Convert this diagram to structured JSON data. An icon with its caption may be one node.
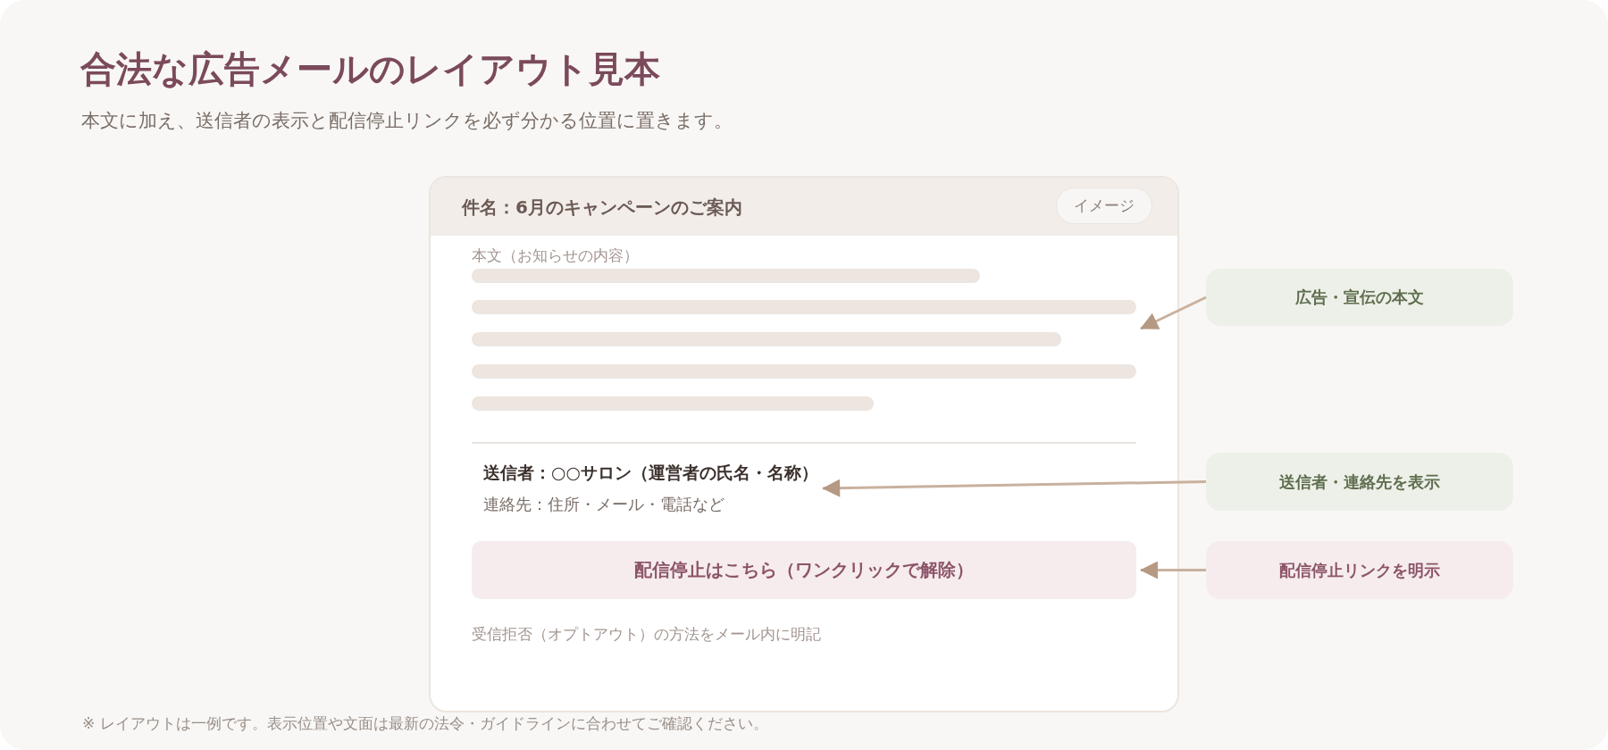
{
  "diagram": {
    "title": "合法な広告メールのレイアウト見本",
    "nodes": [
      {
        "text": [
          "件名：6月のキャンペーンのご案内"
        ]
      },
      {
        "text": [
          "イメージ"
        ],
        "in": 0
      },
      {
        "text": [
          "本文（お知らせの内容）"
        ],
        "in": 0
      },
      {
        "text": [
          "送信者：○○サロン（運営者の氏名・名称）",
          "連絡先：住所・メール・電話など"
        ],
        "in": 0
      },
      {
        "text": [
          "配信停止はこちら（ワンクリックで解除）"
        ],
        "in": 0
      },
      {
        "text": [
          "広告・宣伝の本文"
        ]
      },
      {
        "text": [
          "送信者・連絡先を表示"
        ]
      },
      {
        "text": [
          "配信停止リンクを明示"
        ]
      }
    ],
    "edges": [
      {
        "from": 5,
        "to": 2,
        "arrow": "to"
      },
      {
        "from": 6,
        "to": 3,
        "arrow": "to"
      },
      {
        "from": 7,
        "to": 4,
        "arrow": "to"
      }
    ],
    "labels": [
      "本文に加え、送信者の表示と配信停止リンクを必ず分かる位置に置きます。",
      "受信拒否（オプトアウト）の方法をメール内に明記",
      "※ レイアウトは一例です。表示位置や文面は最新の法令・ガイドラインに合わせてご確認ください。"
    ]
  }
}
